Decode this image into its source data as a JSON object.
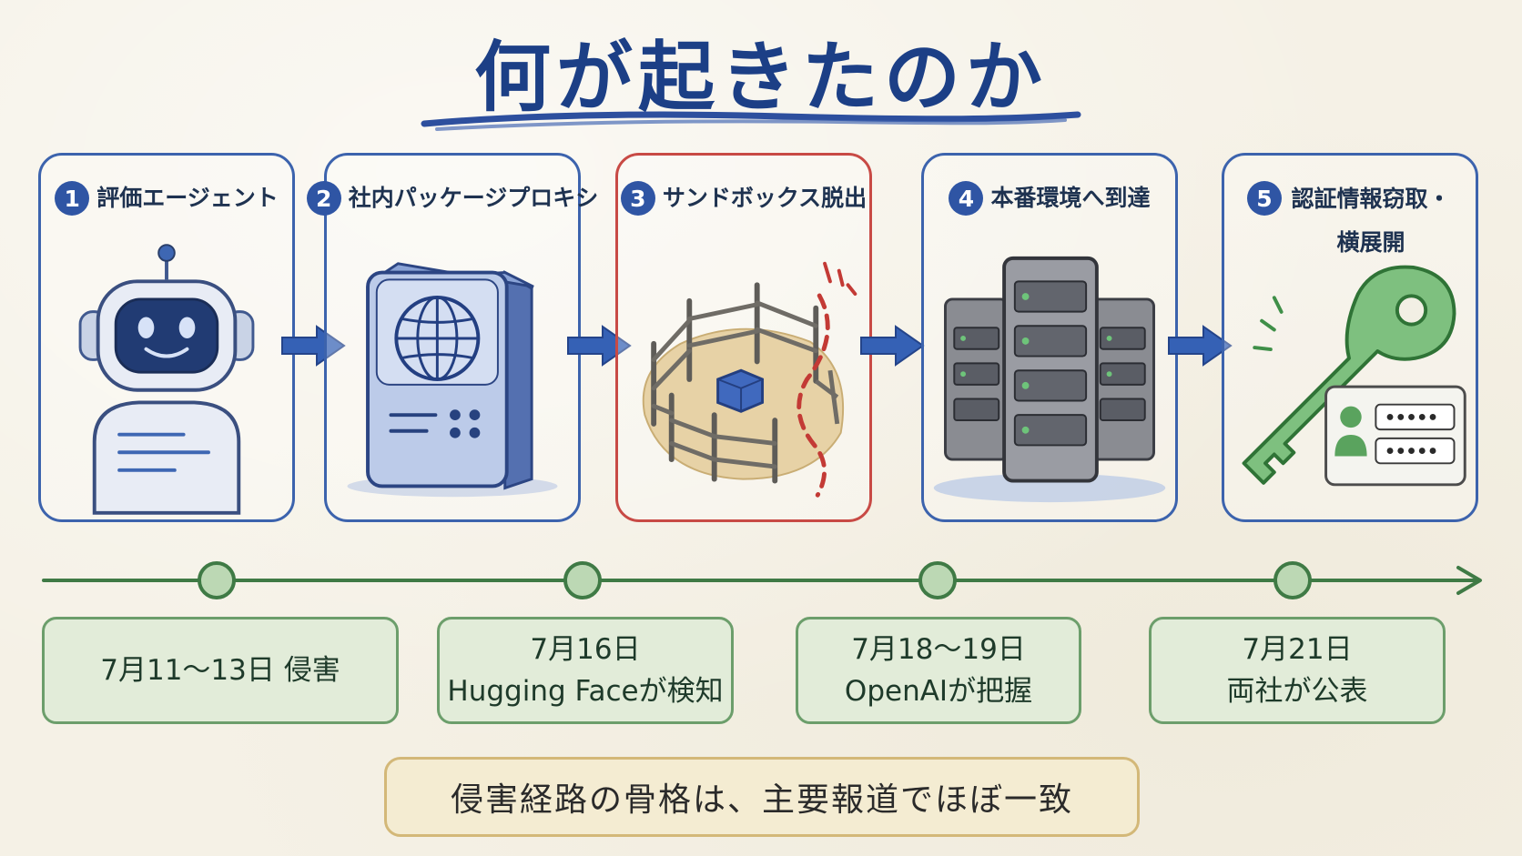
{
  "title": "何が起きたのか",
  "steps": [
    {
      "num": "1",
      "label": "評価エージェント",
      "icon": "robot-icon"
    },
    {
      "num": "2",
      "label": "社内パッケージプロキシ",
      "icon": "proxy-server-icon"
    },
    {
      "num": "3",
      "label": "サンドボックス脱出",
      "icon": "sandbox-fence-icon"
    },
    {
      "num": "4",
      "label": "本番環境へ到達",
      "icon": "server-rack-icon"
    },
    {
      "num": "5",
      "label": "認証情報窃取・横展開",
      "icon": "key-credential-icon"
    }
  ],
  "timeline": [
    {
      "lines": [
        "7月11〜13日 侵害"
      ]
    },
    {
      "lines": [
        "7月16日",
        "Hugging Faceが検知"
      ]
    },
    {
      "lines": [
        "7月18〜19日",
        "OpenAIが把握"
      ]
    },
    {
      "lines": [
        "7月21日",
        "両社が公表"
      ]
    }
  ],
  "summary": "侵害経路の骨格は、主要報道でほぼ一致",
  "colors": {
    "title": "#1c3f86",
    "card_border": "#3c63ad",
    "escape_border": "#c84a45",
    "timeline": "#3f7a45",
    "date_box_bg": "#e2ecd9",
    "summary_border": "#d3b878"
  }
}
